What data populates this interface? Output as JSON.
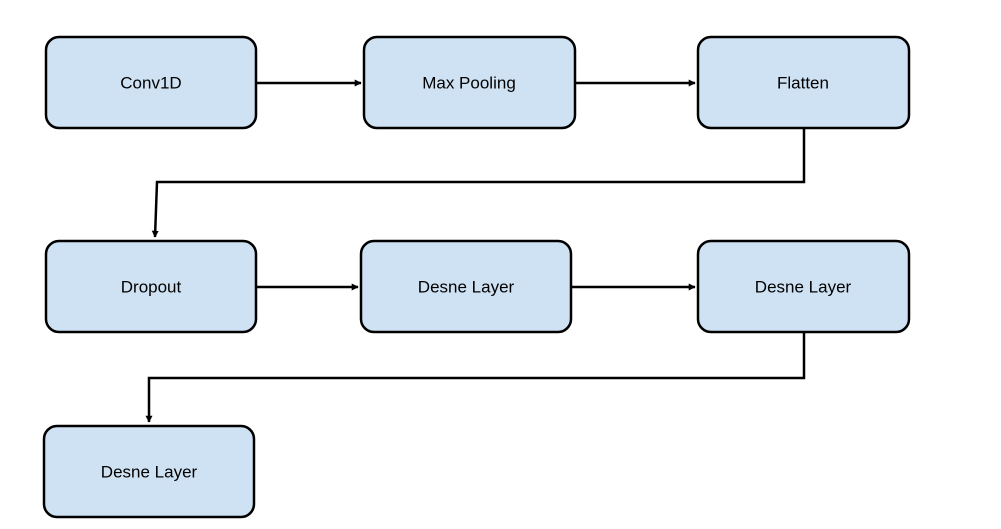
{
  "colors": {
    "node_fill": "#cfe2f3",
    "node_stroke": "#000000",
    "edge": "#000000",
    "text": "#000000"
  },
  "nodes": [
    {
      "id": "conv1d",
      "label": "Conv1D"
    },
    {
      "id": "max-pooling",
      "label": "Max Pooling"
    },
    {
      "id": "flatten",
      "label": "Flatten"
    },
    {
      "id": "dropout",
      "label": "Dropout"
    },
    {
      "id": "dense-1",
      "label": "Desne Layer"
    },
    {
      "id": "dense-2",
      "label": "Desne Layer"
    },
    {
      "id": "dense-3",
      "label": "Desne Layer"
    }
  ],
  "edges": [
    {
      "from": "conv1d",
      "to": "max-pooling"
    },
    {
      "from": "max-pooling",
      "to": "flatten"
    },
    {
      "from": "flatten",
      "to": "dropout"
    },
    {
      "from": "dropout",
      "to": "dense-1"
    },
    {
      "from": "dense-1",
      "to": "dense-2"
    },
    {
      "from": "dense-2",
      "to": "dense-3"
    }
  ]
}
